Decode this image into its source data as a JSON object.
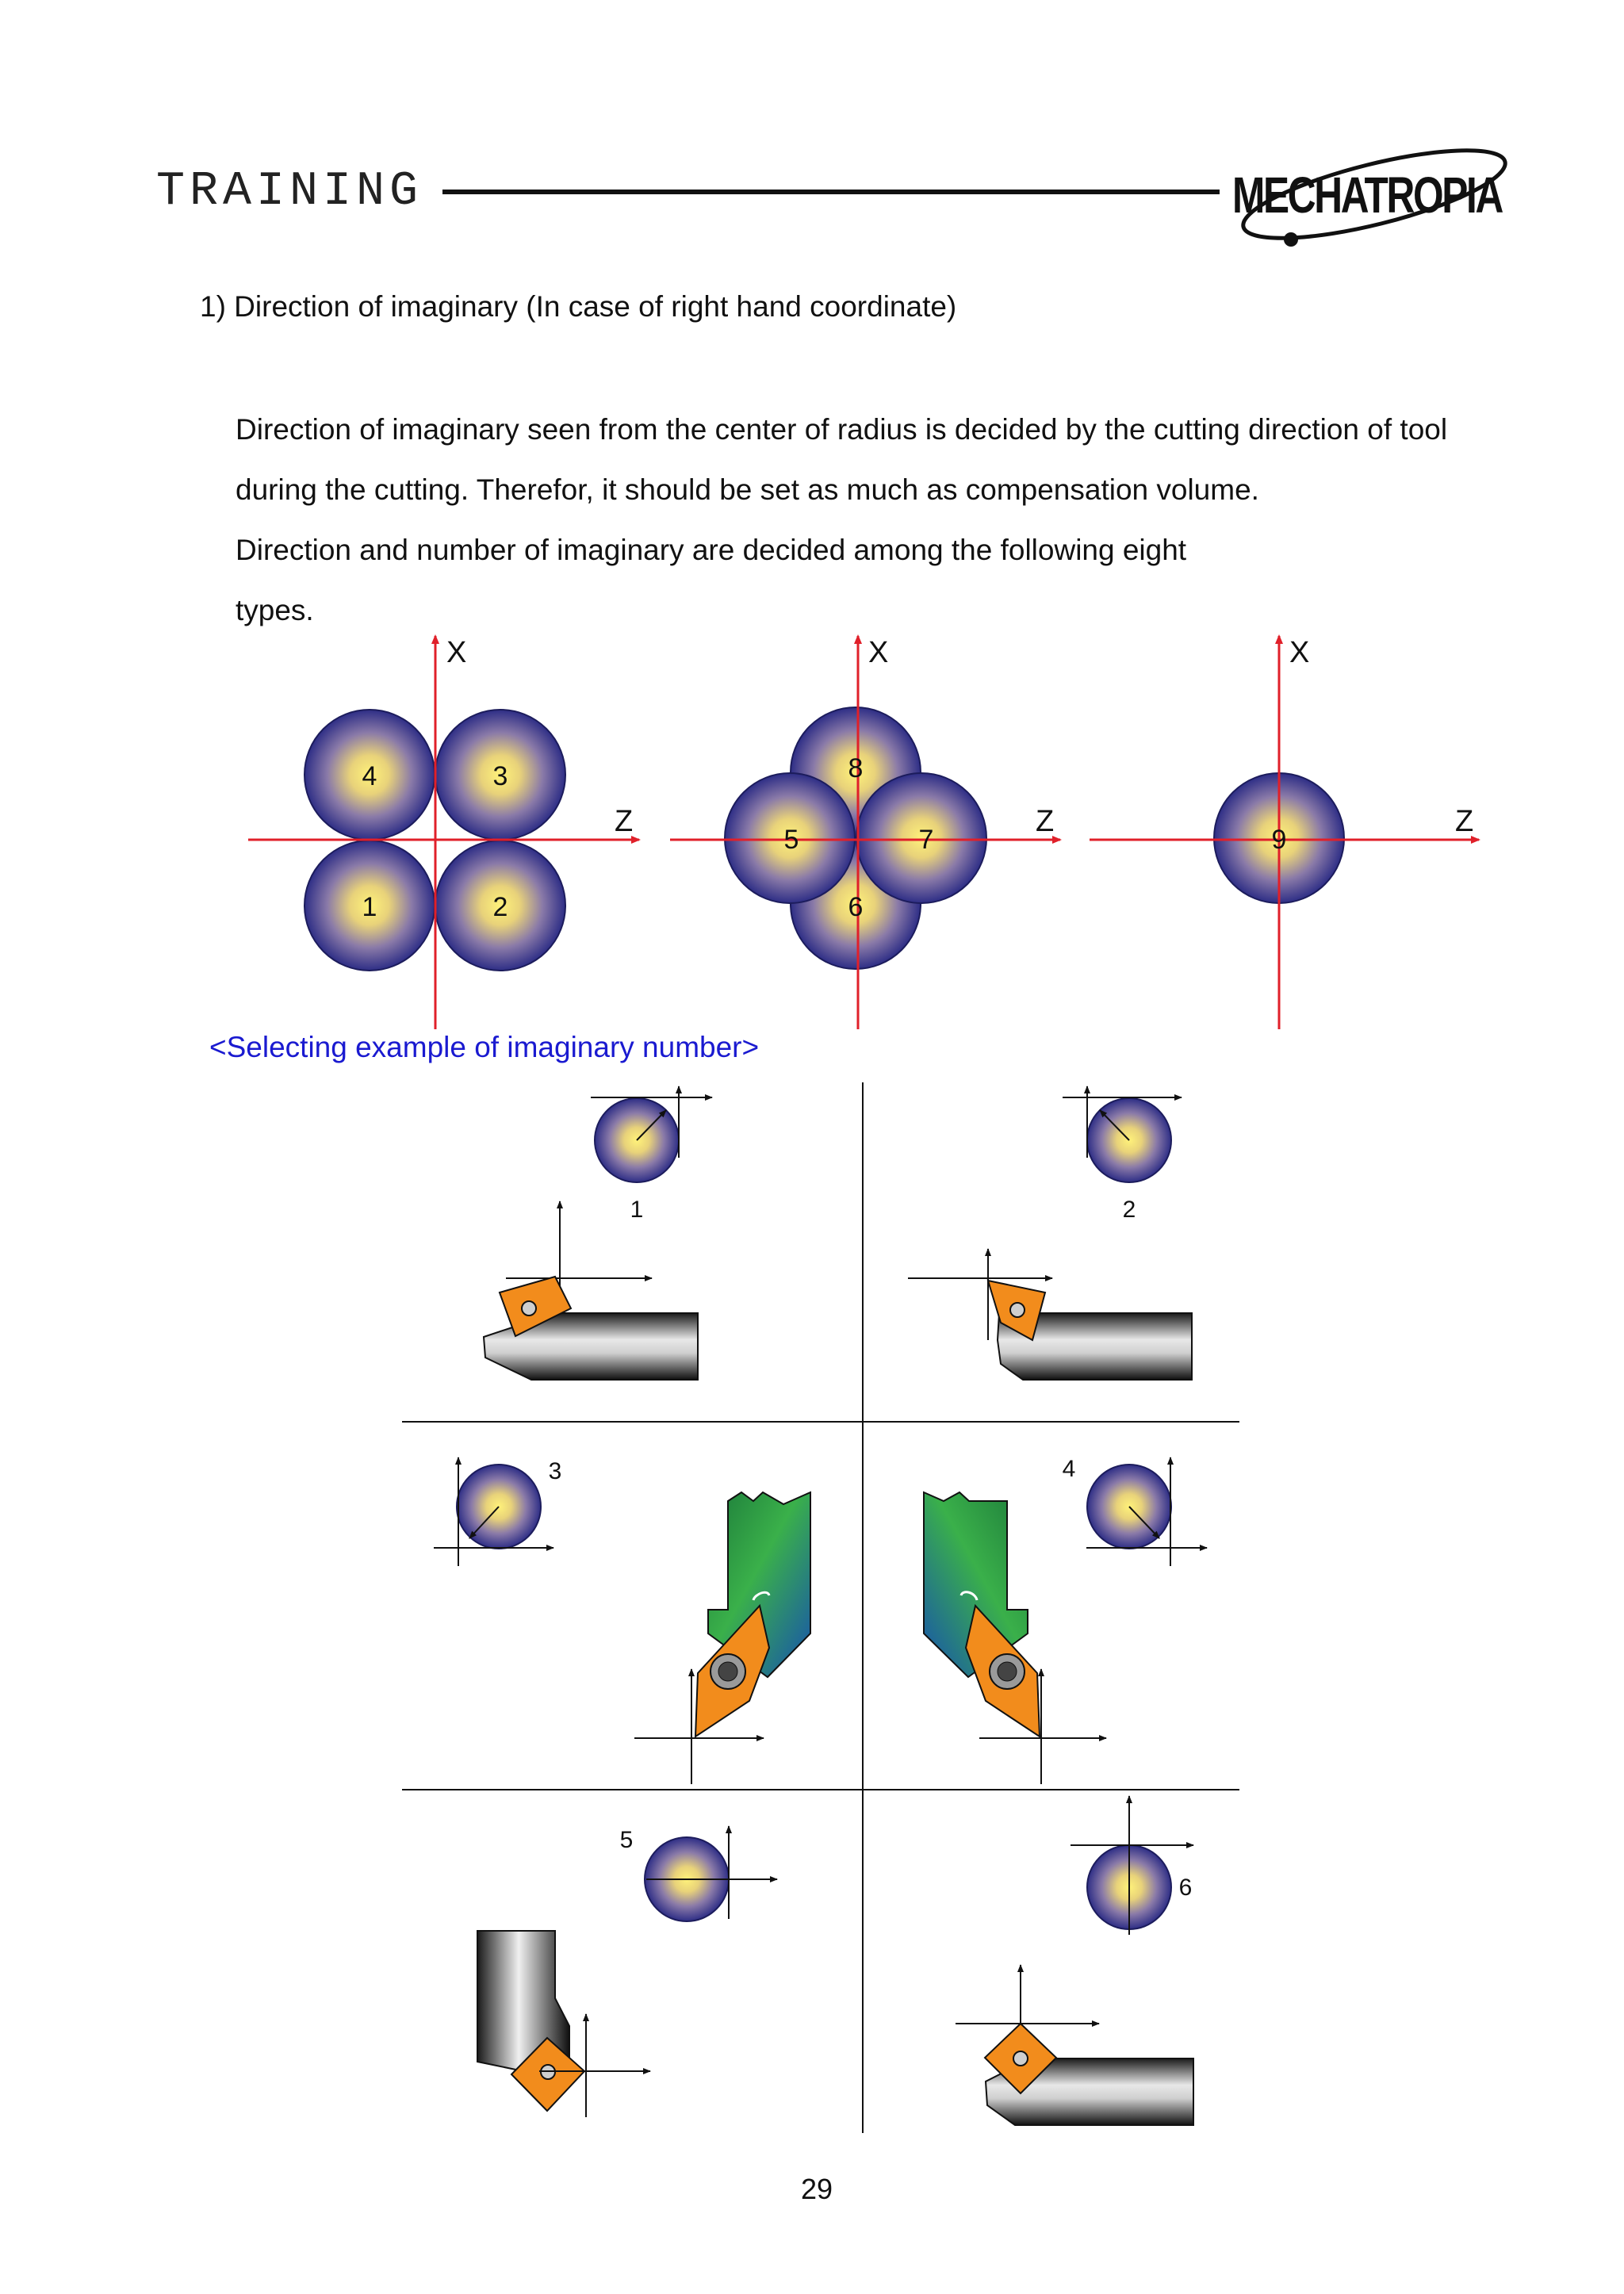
{
  "header": {
    "title": "TRAINING",
    "logo_text": "MECHATROPIA"
  },
  "section": {
    "heading": "1) Direction of imaginary (In case of right hand coordinate)",
    "paragraphs": [
      "Direction of imaginary  seen from the center of radius is decided by the cutting direction of tool",
      "during the cutting. Therefor, it should be set as much as compensation volume.",
      "Direction and number of imaginary are decided among the following eight",
      "types."
    ]
  },
  "diagram_top": {
    "axis_x_label": "X",
    "axis_z_label": "Z",
    "group1_numbers": [
      "4",
      "3",
      "1",
      "2"
    ],
    "group2_numbers": [
      "8",
      "5",
      "7",
      "6"
    ],
    "group3_numbers": [
      "9"
    ]
  },
  "example": {
    "caption": "<Selecting example of imaginary number>",
    "labels": [
      "1",
      "2",
      "3",
      "4",
      "5",
      "6"
    ]
  },
  "colors": {
    "axis_red": "#e0202a",
    "circle_outer": "#3a3a8c",
    "circle_inner": "#ffef7a",
    "insert_orange": "#f28c1c",
    "caption_blue": "#1a1ad0"
  },
  "page_number": "29"
}
